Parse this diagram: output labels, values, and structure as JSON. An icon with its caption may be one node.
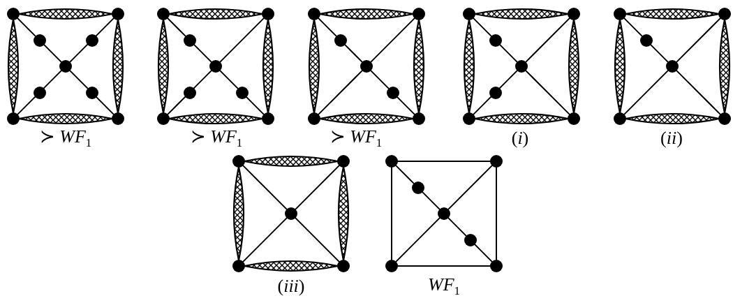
{
  "diagram": {
    "nodes": [
      {
        "text": [],
        "shape": "circle"
      },
      {
        "text": [],
        "shape": "circle"
      },
      {
        "text": [],
        "shape": "circle"
      },
      {
        "text": [],
        "shape": "circle"
      },
      {
        "text": [],
        "shape": "circle"
      },
      {
        "text": [],
        "shape": "circle"
      },
      {
        "text": [],
        "shape": "circle"
      },
      {
        "text": [],
        "shape": "circle"
      },
      {
        "text": [],
        "shape": "circle"
      },
      {
        "text": [],
        "shape": "circle"
      },
      {
        "text": [],
        "shape": "circle"
      },
      {
        "text": [],
        "shape": "circle"
      },
      {
        "text": [],
        "shape": "circle"
      },
      {
        "text": [],
        "shape": "circle"
      },
      {
        "text": [],
        "shape": "circle"
      },
      {
        "text": [],
        "shape": "circle"
      },
      {
        "text": [],
        "shape": "circle"
      },
      {
        "text": [],
        "shape": "circle"
      },
      {
        "text": [],
        "shape": "circle"
      },
      {
        "text": [],
        "shape": "circle"
      },
      {
        "text": [],
        "shape": "circle"
      },
      {
        "text": [],
        "shape": "circle"
      },
      {
        "text": [],
        "shape": "circle"
      },
      {
        "text": [],
        "shape": "circle"
      },
      {
        "text": [],
        "shape": "circle"
      },
      {
        "text": [],
        "shape": "circle"
      },
      {
        "text": [],
        "shape": "circle"
      },
      {
        "text": [],
        "shape": "circle"
      },
      {
        "text": [],
        "shape": "circle"
      },
      {
        "text": [],
        "shape": "circle"
      },
      {
        "text": [],
        "shape": "circle"
      },
      {
        "text": [],
        "shape": "circle"
      },
      {
        "text": [],
        "shape": "circle"
      },
      {
        "text": [],
        "shape": "circle"
      },
      {
        "text": [],
        "shape": "circle"
      },
      {
        "text": [],
        "shape": "circle"
      },
      {
        "text": [],
        "shape": "circle"
      },
      {
        "text": [],
        "shape": "circle"
      },
      {
        "text": [],
        "shape": "circle"
      },
      {
        "text": [],
        "shape": "circle"
      },
      {
        "text": [],
        "shape": "circle"
      },
      {
        "text": [],
        "shape": "circle"
      },
      {
        "text": [],
        "shape": "circle"
      },
      {
        "text": [],
        "shape": "circle"
      },
      {
        "text": [],
        "shape": "circle"
      },
      {
        "text": [],
        "shape": "circle"
      },
      {
        "text": [],
        "shape": "circle"
      },
      {
        "text": [],
        "shape": "circle"
      },
      {
        "text": [],
        "shape": "circle"
      }
    ],
    "edges": [
      {
        "from": 0,
        "to": 1,
        "arrow": "none",
        "style": "thick"
      },
      {
        "from": 0,
        "to": 7,
        "arrow": "none",
        "style": "thick"
      },
      {
        "from": 1,
        "to": 8,
        "arrow": "none",
        "style": "thick"
      },
      {
        "from": 7,
        "to": 8,
        "arrow": "none",
        "style": "thick"
      },
      {
        "from": 0,
        "to": 2,
        "arrow": "none"
      },
      {
        "from": 2,
        "to": 4,
        "arrow": "none"
      },
      {
        "from": 1,
        "to": 3,
        "arrow": "none"
      },
      {
        "from": 3,
        "to": 4,
        "arrow": "none"
      },
      {
        "from": 4,
        "to": 5,
        "arrow": "none"
      },
      {
        "from": 5,
        "to": 7,
        "arrow": "none"
      },
      {
        "from": 4,
        "to": 6,
        "arrow": "none"
      },
      {
        "from": 6,
        "to": 8,
        "arrow": "none"
      },
      {
        "from": 9,
        "to": 10,
        "arrow": "none",
        "style": "thick"
      },
      {
        "from": 9,
        "to": 15,
        "arrow": "none",
        "style": "thick"
      },
      {
        "from": 10,
        "to": 16,
        "arrow": "none",
        "style": "thick"
      },
      {
        "from": 15,
        "to": 16,
        "arrow": "none",
        "style": "thick"
      },
      {
        "from": 9,
        "to": 11,
        "arrow": "none"
      },
      {
        "from": 11,
        "to": 12,
        "arrow": "none"
      },
      {
        "from": 10,
        "to": 12,
        "arrow": "none"
      },
      {
        "from": 12,
        "to": 13,
        "arrow": "none"
      },
      {
        "from": 13,
        "to": 15,
        "arrow": "none"
      },
      {
        "from": 12,
        "to": 14,
        "arrow": "none"
      },
      {
        "from": 14,
        "to": 16,
        "arrow": "none"
      },
      {
        "from": 17,
        "to": 18,
        "arrow": "none",
        "style": "thick"
      },
      {
        "from": 17,
        "to": 22,
        "arrow": "none",
        "style": "thick"
      },
      {
        "from": 18,
        "to": 23,
        "arrow": "none",
        "style": "thick"
      },
      {
        "from": 22,
        "to": 23,
        "arrow": "none",
        "style": "thick"
      },
      {
        "from": 17,
        "to": 19,
        "arrow": "none"
      },
      {
        "from": 19,
        "to": 20,
        "arrow": "none"
      },
      {
        "from": 18,
        "to": 20,
        "arrow": "none"
      },
      {
        "from": 20,
        "to": 22,
        "arrow": "none"
      },
      {
        "from": 20,
        "to": 21,
        "arrow": "none"
      },
      {
        "from": 21,
        "to": 23,
        "arrow": "none"
      },
      {
        "from": 24,
        "to": 25,
        "arrow": "none",
        "style": "thick"
      },
      {
        "from": 24,
        "to": 29,
        "arrow": "none",
        "style": "thick"
      },
      {
        "from": 25,
        "to": 30,
        "arrow": "none",
        "style": "thick"
      },
      {
        "from": 29,
        "to": 30,
        "arrow": "none",
        "style": "thick"
      },
      {
        "from": 24,
        "to": 26,
        "arrow": "none"
      },
      {
        "from": 26,
        "to": 27,
        "arrow": "none"
      },
      {
        "from": 25,
        "to": 27,
        "arrow": "none"
      },
      {
        "from": 27,
        "to": 28,
        "arrow": "none"
      },
      {
        "from": 28,
        "to": 29,
        "arrow": "none"
      },
      {
        "from": 27,
        "to": 30,
        "arrow": "none"
      },
      {
        "from": 31,
        "to": 32,
        "arrow": "none",
        "style": "thick"
      },
      {
        "from": 31,
        "to": 35,
        "arrow": "none",
        "style": "thick"
      },
      {
        "from": 32,
        "to": 36,
        "arrow": "none",
        "style": "thick"
      },
      {
        "from": 35,
        "to": 36,
        "arrow": "none",
        "style": "thick"
      },
      {
        "from": 31,
        "to": 33,
        "arrow": "none"
      },
      {
        "from": 33,
        "to": 34,
        "arrow": "none"
      },
      {
        "from": 32,
        "to": 34,
        "arrow": "none"
      },
      {
        "from": 34,
        "to": 35,
        "arrow": "none"
      },
      {
        "from": 34,
        "to": 36,
        "arrow": "none"
      },
      {
        "from": 37,
        "to": 38,
        "arrow": "none",
        "style": "thick"
      },
      {
        "from": 37,
        "to": 40,
        "arrow": "none",
        "style": "thick"
      },
      {
        "from": 38,
        "to": 41,
        "arrow": "none",
        "style": "thick"
      },
      {
        "from": 40,
        "to": 41,
        "arrow": "none",
        "style": "thick"
      },
      {
        "from": 37,
        "to": 39,
        "arrow": "none"
      },
      {
        "from": 38,
        "to": 39,
        "arrow": "none"
      },
      {
        "from": 39,
        "to": 40,
        "arrow": "none"
      },
      {
        "from": 39,
        "to": 41,
        "arrow": "none"
      },
      {
        "from": 42,
        "to": 43,
        "arrow": "none"
      },
      {
        "from": 42,
        "to": 47,
        "arrow": "none"
      },
      {
        "from": 43,
        "to": 48,
        "arrow": "none"
      },
      {
        "from": 47,
        "to": 48,
        "arrow": "none"
      },
      {
        "from": 42,
        "to": 44,
        "arrow": "none"
      },
      {
        "from": 44,
        "to": 45,
        "arrow": "none"
      },
      {
        "from": 43,
        "to": 45,
        "arrow": "none"
      },
      {
        "from": 45,
        "to": 47,
        "arrow": "none"
      },
      {
        "from": 45,
        "to": 46,
        "arrow": "none"
      },
      {
        "from": 46,
        "to": 48,
        "arrow": "none"
      }
    ],
    "labels": [
      "≻ *WF*$_{1}$",
      "≻ *WF*$_{1}$",
      "≻ *WF*$_{1}$",
      "(*i*)",
      "(*ii*)",
      "(*iii*)",
      "*WF*$_{1}$"
    ]
  }
}
